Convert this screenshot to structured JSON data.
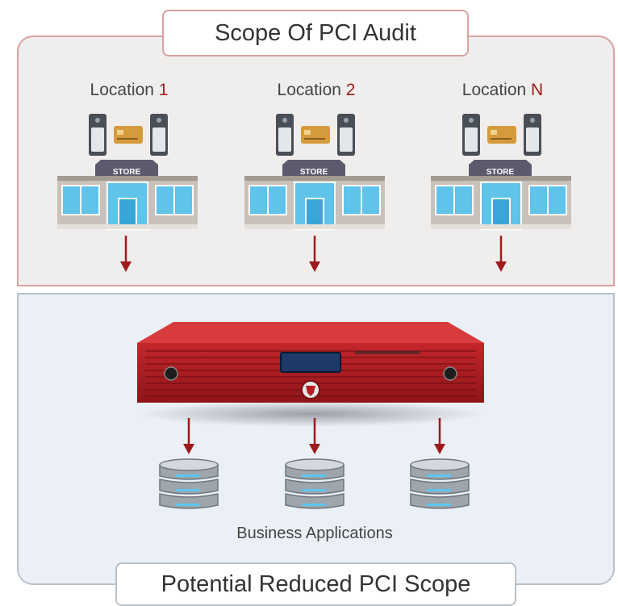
{
  "header": {
    "title": "Scope Of PCI Audit"
  },
  "locations": [
    {
      "prefix": "Location",
      "number": "1"
    },
    {
      "prefix": "Location",
      "number": "2"
    },
    {
      "prefix": "Location",
      "number": "N"
    }
  ],
  "store_sign": "STORE",
  "server": {
    "accent": "#b51f1f"
  },
  "apps_label": "Business Applications",
  "footer": {
    "title": "Potential Reduced PCI Scope"
  },
  "colors": {
    "accent": "#9e1b1b",
    "top_border": "#d9a2a0",
    "bottom_border": "#b9c1c8"
  }
}
